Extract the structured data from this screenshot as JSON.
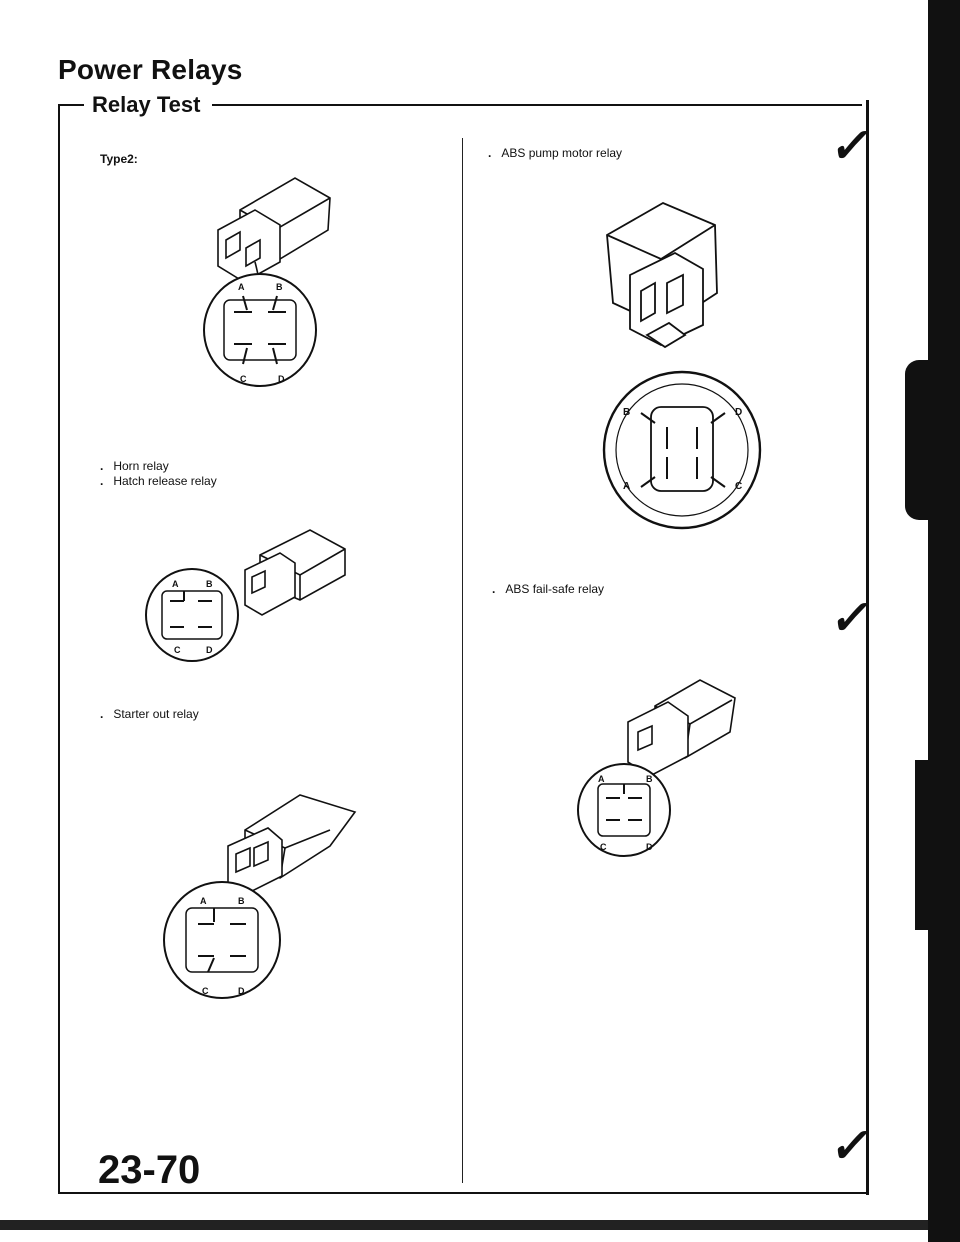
{
  "header": {
    "title": "Power Relays",
    "section": "Relay Test"
  },
  "left_column": {
    "type_label": "Type2:",
    "group1": [
      "Horn relay",
      "Hatch release relay"
    ],
    "group2": [
      "Starter out relay"
    ],
    "bullet": "."
  },
  "right_column": {
    "group1": [
      "ABS pump motor relay"
    ],
    "group2": [
      "ABS fail-safe relay"
    ],
    "bullet": "."
  },
  "pins": {
    "a": "A",
    "b": "B",
    "c": "C",
    "d": "D"
  },
  "footer": {
    "page_number": "23-70"
  },
  "icons": [
    "relay-connector-diagram-icon",
    "margin-check-mark-icon"
  ],
  "colors": {
    "ink": "#111111",
    "paper": "#ffffff"
  }
}
